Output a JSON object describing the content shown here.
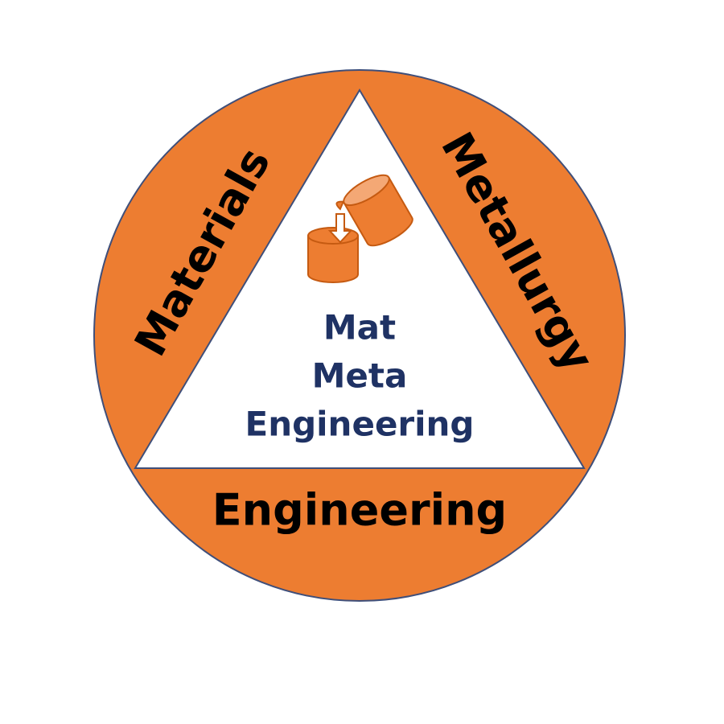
{
  "labels": {
    "left": "Materials",
    "right": "Metallurgy",
    "bottom": "Engineering"
  },
  "center": {
    "line1": "Mat",
    "line2": "Meta",
    "line3": "Engineering"
  },
  "icon": {
    "name": "pouring-crucible-icon"
  },
  "colors": {
    "segment_fill": "#ED7D31",
    "outline": "#3F4F7A",
    "segment_text": "#000000",
    "center_text": "#1F3264",
    "triangle_fill": "#FFFFFF"
  }
}
